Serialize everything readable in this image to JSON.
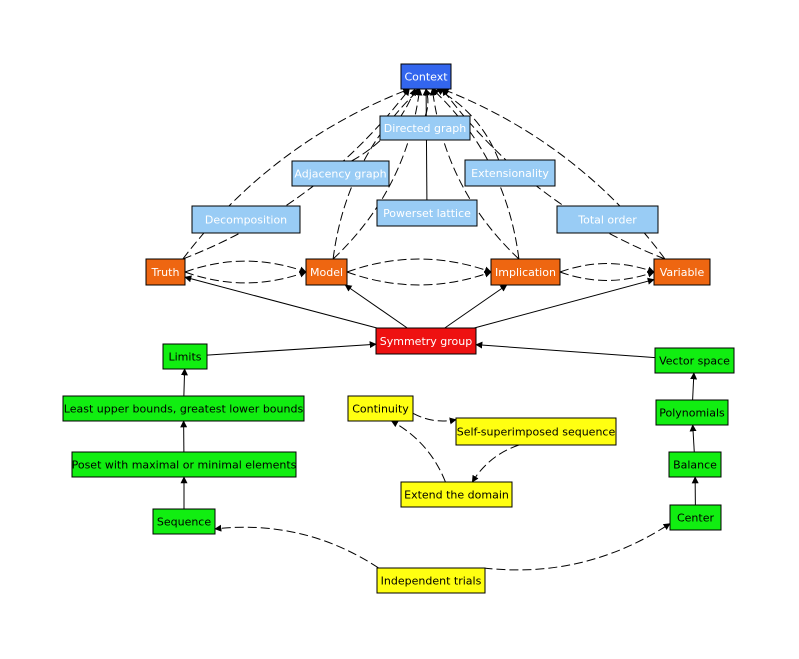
{
  "colors": {
    "blue_dark": "#3366ee",
    "blue_light": "#99ccf5",
    "orange": "#ee6611",
    "red": "#ee1111",
    "green": "#11ee11",
    "yellow": "#ffff11",
    "edge": "#000000"
  },
  "nodes": [
    {
      "id": "context",
      "label": "Context",
      "color": "blue_dark",
      "text": "#ffffff"
    },
    {
      "id": "directed_graph",
      "label": "Directed graph",
      "color": "blue_light",
      "text": "#ffffff"
    },
    {
      "id": "adjacency_graph",
      "label": "Adjacency graph",
      "color": "blue_light",
      "text": "#ffffff"
    },
    {
      "id": "extensionality",
      "label": "Extensionality",
      "color": "blue_light",
      "text": "#ffffff"
    },
    {
      "id": "decomposition",
      "label": "Decomposition",
      "color": "blue_light",
      "text": "#ffffff"
    },
    {
      "id": "powerset_lattice",
      "label": "Powerset lattice",
      "color": "blue_light",
      "text": "#ffffff"
    },
    {
      "id": "total_order",
      "label": "Total order",
      "color": "blue_light",
      "text": "#ffffff"
    },
    {
      "id": "truth",
      "label": "Truth",
      "color": "orange",
      "text": "#ffffff"
    },
    {
      "id": "model",
      "label": "Model",
      "color": "orange",
      "text": "#ffffff"
    },
    {
      "id": "implication",
      "label": "Implication",
      "color": "orange",
      "text": "#ffffff"
    },
    {
      "id": "variable",
      "label": "Variable",
      "color": "orange",
      "text": "#ffffff"
    },
    {
      "id": "symmetry_group",
      "label": "Symmetry group",
      "color": "red",
      "text": "#ffffff"
    },
    {
      "id": "limits",
      "label": "Limits",
      "color": "green",
      "text": "#000000"
    },
    {
      "id": "least_upper",
      "label": "Least upper bounds, greatest lower bounds",
      "color": "green",
      "text": "#000000"
    },
    {
      "id": "poset",
      "label": "Poset with maximal or minimal elements",
      "color": "green",
      "text": "#000000"
    },
    {
      "id": "sequence",
      "label": "Sequence",
      "color": "green",
      "text": "#000000"
    },
    {
      "id": "vector_space",
      "label": "Vector space",
      "color": "green",
      "text": "#000000"
    },
    {
      "id": "polynomials",
      "label": "Polynomials",
      "color": "green",
      "text": "#000000"
    },
    {
      "id": "balance",
      "label": "Balance",
      "color": "green",
      "text": "#000000"
    },
    {
      "id": "center",
      "label": "Center",
      "color": "green",
      "text": "#000000"
    },
    {
      "id": "continuity",
      "label": "Continuity",
      "color": "yellow",
      "text": "#000000"
    },
    {
      "id": "self_superimposed",
      "label": "Self-superimposed sequence",
      "color": "yellow",
      "text": "#000000"
    },
    {
      "id": "extend_domain",
      "label": "Extend the domain",
      "color": "yellow",
      "text": "#000000"
    },
    {
      "id": "independent_trials",
      "label": "Independent trials",
      "color": "yellow",
      "text": "#000000"
    }
  ],
  "edges": [
    {
      "from": "powerset_lattice",
      "to": "context",
      "style": "solid"
    },
    {
      "from": "directed_graph",
      "to": "context",
      "style": "dashed"
    },
    {
      "from": "adjacency_graph",
      "to": "context",
      "style": "dashed"
    },
    {
      "from": "extensionality",
      "to": "context",
      "style": "dashed"
    },
    {
      "from": "truth",
      "to": "context",
      "style": "dashed"
    },
    {
      "from": "truth",
      "to": "context",
      "style": "dashed"
    },
    {
      "from": "model",
      "to": "context",
      "style": "dashed"
    },
    {
      "from": "model",
      "to": "context",
      "style": "dashed"
    },
    {
      "from": "implication",
      "to": "context",
      "style": "dashed"
    },
    {
      "from": "implication",
      "to": "context",
      "style": "dashed"
    },
    {
      "from": "variable",
      "to": "context",
      "style": "dashed"
    },
    {
      "from": "variable",
      "to": "context",
      "style": "dashed"
    },
    {
      "from": "truth",
      "to": "model",
      "style": "dashed"
    },
    {
      "from": "truth",
      "to": "model",
      "style": "dashed"
    },
    {
      "from": "model",
      "to": "implication",
      "style": "dashed"
    },
    {
      "from": "model",
      "to": "implication",
      "style": "dashed"
    },
    {
      "from": "implication",
      "to": "variable",
      "style": "dashed"
    },
    {
      "from": "implication",
      "to": "variable",
      "style": "dashed"
    },
    {
      "from": "symmetry_group",
      "to": "truth",
      "style": "solid"
    },
    {
      "from": "symmetry_group",
      "to": "model",
      "style": "solid"
    },
    {
      "from": "symmetry_group",
      "to": "implication",
      "style": "solid"
    },
    {
      "from": "symmetry_group",
      "to": "variable",
      "style": "solid"
    },
    {
      "from": "limits",
      "to": "symmetry_group",
      "style": "solid"
    },
    {
      "from": "vector_space",
      "to": "symmetry_group",
      "style": "solid"
    },
    {
      "from": "least_upper",
      "to": "limits",
      "style": "solid"
    },
    {
      "from": "poset",
      "to": "least_upper",
      "style": "solid"
    },
    {
      "from": "sequence",
      "to": "poset",
      "style": "solid"
    },
    {
      "from": "polynomials",
      "to": "vector_space",
      "style": "solid"
    },
    {
      "from": "balance",
      "to": "polynomials",
      "style": "solid"
    },
    {
      "from": "center",
      "to": "balance",
      "style": "solid"
    },
    {
      "from": "independent_trials",
      "to": "sequence",
      "style": "dashed"
    },
    {
      "from": "independent_trials",
      "to": "center",
      "style": "dashed"
    },
    {
      "from": "continuity",
      "to": "self_superimposed",
      "style": "dashed"
    },
    {
      "from": "self_superimposed",
      "to": "extend_domain",
      "style": "dashed"
    },
    {
      "from": "extend_domain",
      "to": "continuity",
      "style": "dashed"
    }
  ]
}
